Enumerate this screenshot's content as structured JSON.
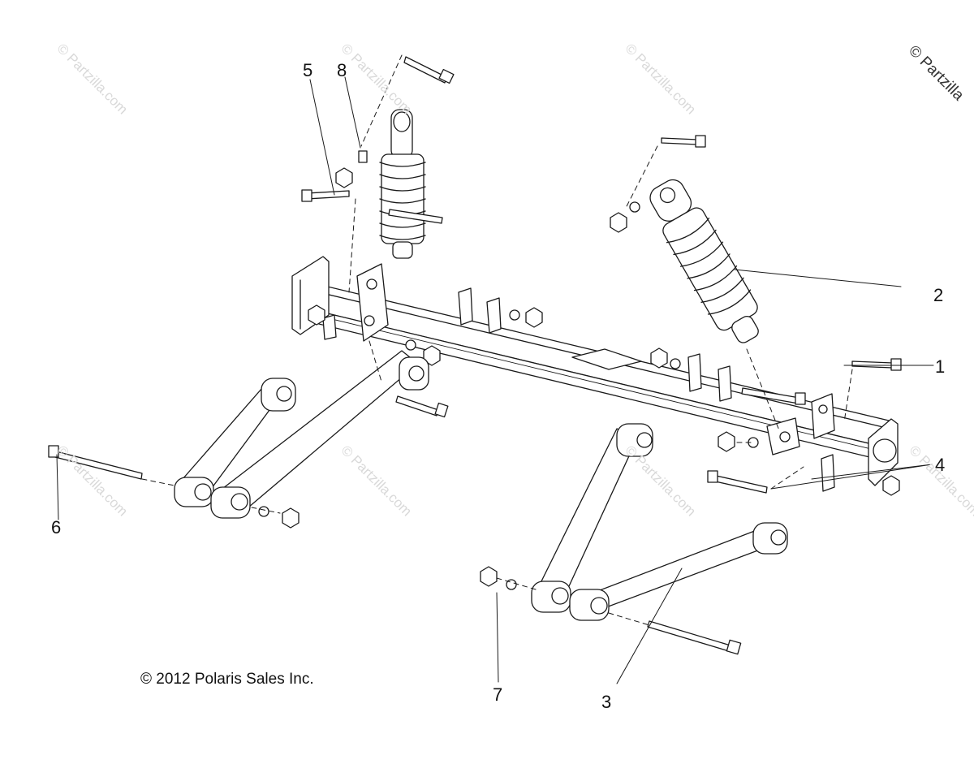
{
  "callouts": [
    {
      "id": "1",
      "label": "1"
    },
    {
      "id": "2",
      "label": "2"
    },
    {
      "id": "3",
      "label": "3"
    },
    {
      "id": "4",
      "label": "4"
    },
    {
      "id": "5",
      "label": "5"
    },
    {
      "id": "6",
      "label": "6"
    },
    {
      "id": "7",
      "label": "7"
    },
    {
      "id": "8",
      "label": "8"
    }
  ],
  "copyright": "© 2012 Polaris Sales Inc.",
  "watermark": "© Partzilla.com",
  "corner_watermark": "© Partzilla",
  "colors": {
    "line": "#1a1a1a",
    "fill": "#ffffff",
    "watermark": "#d9d9d9"
  }
}
